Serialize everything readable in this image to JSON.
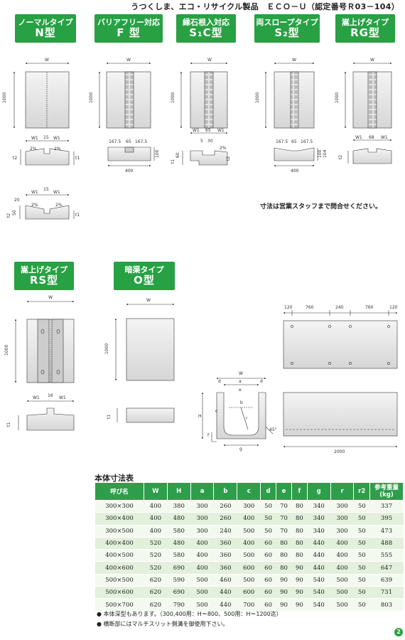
{
  "header": "うつくしま、エコ・リサイクル製品　ＥＣＯ－Ｕ（認定番号Ｒ03－104）",
  "types": [
    {
      "l1": "ノーマルタイプ",
      "l2": "N型"
    },
    {
      "l1": "バリアフリー対応",
      "l2": "F 型"
    },
    {
      "l1": "縁石根入対応",
      "l2": "S₁C型"
    },
    {
      "l1": "両スロープタイプ",
      "l2": "S₂型"
    },
    {
      "l1": "嵩上げタイプ",
      "l2": "RG型"
    },
    {
      "l1": "嵩上げタイプ",
      "l2": "RS型"
    },
    {
      "l1": "暗渠タイプ",
      "l2": "O型"
    }
  ],
  "dims": {
    "W": "W",
    "W1": "W1",
    "t1": "t1",
    "t2": "t2",
    "h1000": "1000",
    "d15": "15",
    "d16": "16",
    "d20": "20",
    "d50": "50",
    "d1675": "167.5",
    "d65": "65",
    "d400": "400",
    "d100": "100",
    "d104": "104",
    "d5": "5",
    "d30": "30",
    "d60": "60",
    "d68": "68",
    "slope": "2%",
    "ang45": "45°",
    "d120": "120",
    "d760": "760",
    "d240": "240",
    "d2000": "2000",
    "a": "a",
    "b": "b",
    "c": "c",
    "d": "d",
    "e": "e",
    "f": "f",
    "g": "g",
    "r": "r",
    "H": "H"
  },
  "contact_note": "寸法は営業スタッフまで問合せください。",
  "table": {
    "title": "本体寸法表",
    "headers": [
      "呼び名",
      "W",
      "H",
      "a",
      "b",
      "c",
      "d",
      "e",
      "f",
      "g",
      "r",
      "r2",
      "参考重量\n(kg)"
    ],
    "rows": [
      [
        "300×300",
        "400",
        "380",
        "300",
        "260",
        "300",
        "50",
        "70",
        "80",
        "340",
        "300",
        "50",
        "337"
      ],
      [
        "300×400",
        "400",
        "480",
        "300",
        "260",
        "400",
        "50",
        "70",
        "80",
        "340",
        "300",
        "50",
        "395"
      ],
      [
        "300×500",
        "400",
        "580",
        "300",
        "240",
        "500",
        "50",
        "70",
        "80",
        "340",
        "300",
        "50",
        "473"
      ],
      [
        "400×400",
        "520",
        "480",
        "400",
        "360",
        "400",
        "60",
        "80",
        "80",
        "440",
        "400",
        "50",
        "488"
      ],
      [
        "400×500",
        "520",
        "580",
        "400",
        "360",
        "500",
        "60",
        "80",
        "80",
        "440",
        "400",
        "50",
        "555"
      ],
      [
        "400×600",
        "520",
        "690",
        "400",
        "360",
        "600",
        "60",
        "80",
        "90",
        "440",
        "400",
        "50",
        "647"
      ],
      [
        "500×500",
        "620",
        "590",
        "500",
        "460",
        "500",
        "60",
        "90",
        "90",
        "540",
        "500",
        "50",
        "639"
      ],
      [
        "500×600",
        "620",
        "690",
        "500",
        "440",
        "600",
        "60",
        "90",
        "90",
        "540",
        "500",
        "50",
        "731"
      ],
      [
        "500×700",
        "620",
        "790",
        "500",
        "440",
        "700",
        "60",
        "90",
        "90",
        "540",
        "500",
        "50",
        "803"
      ]
    ]
  },
  "footnotes": [
    "● 本体深型もあります。（300,400用：H＝800、500用：H＝1200迄）",
    "● 横断部にはマルチスリット側溝を御使用下さい。"
  ],
  "page_number": "2"
}
